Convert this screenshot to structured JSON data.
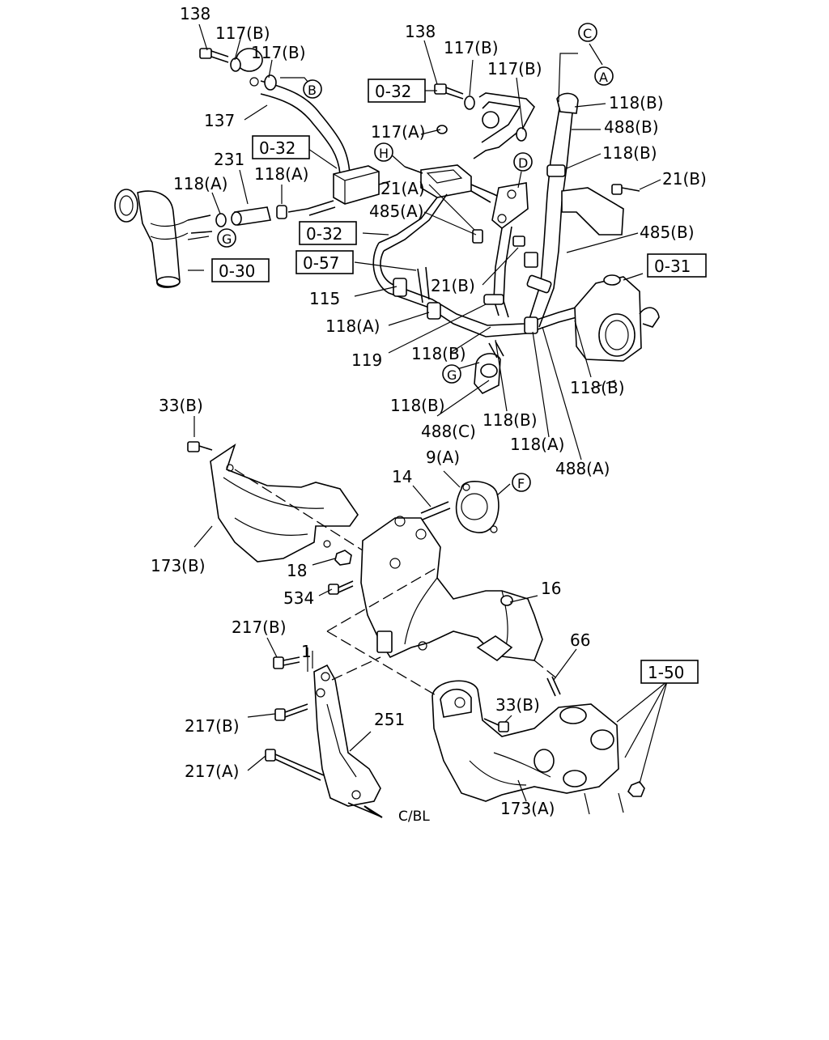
{
  "labels": {
    "p138a": "138",
    "p117b_a": "117(B)",
    "p117b_b": "117(B)",
    "p137": "137",
    "p231": "231",
    "p118a_a": "118(A)",
    "p118a_b": "118(A)",
    "p138b": "138",
    "p117b_c": "117(B)",
    "p117b_d": "117(B)",
    "p117a": "117(A)",
    "p21a": "21(A)",
    "p485a": "485(A)",
    "p118b_a": "118(B)",
    "p488b": "488(B)",
    "p118b_b": "118(B)",
    "p21b_a": "21(B)",
    "p485b": "485(B)",
    "p115": "115",
    "p21b_b": "21(B)",
    "p118a_c": "118(A)",
    "p119": "119",
    "p118b_c": "118(B)",
    "p118b_d": "118(B)",
    "p118b_e": "118(B)",
    "p488c": "488(C)",
    "p118b_f": "118(B)",
    "p118a_d": "118(A)",
    "p488a": "488(A)",
    "p33b_a": "33(B)",
    "p9a": "9(A)",
    "p14": "14",
    "p173b": "173(B)",
    "p18": "18",
    "p534": "534",
    "p16": "16",
    "p217b_a": "217(B)",
    "p66": "66",
    "p1": "1",
    "p33b_b": "33(B)",
    "p217b_b": "217(B)",
    "p251": "251",
    "p217a": "217(A)",
    "p173a": "173(A)",
    "cbl": "C/BL"
  },
  "refs": {
    "r032a": "0-32",
    "r032b": "0-32",
    "r032c": "0-32",
    "r030": "0-30",
    "r057": "0-57",
    "r031": "0-31",
    "r150": "1-50"
  },
  "circles": {
    "cB": "B",
    "cC": "C",
    "cA": "A",
    "cH": "H",
    "cD": "D",
    "cG1": "G",
    "cG2": "G",
    "cF": "F"
  }
}
